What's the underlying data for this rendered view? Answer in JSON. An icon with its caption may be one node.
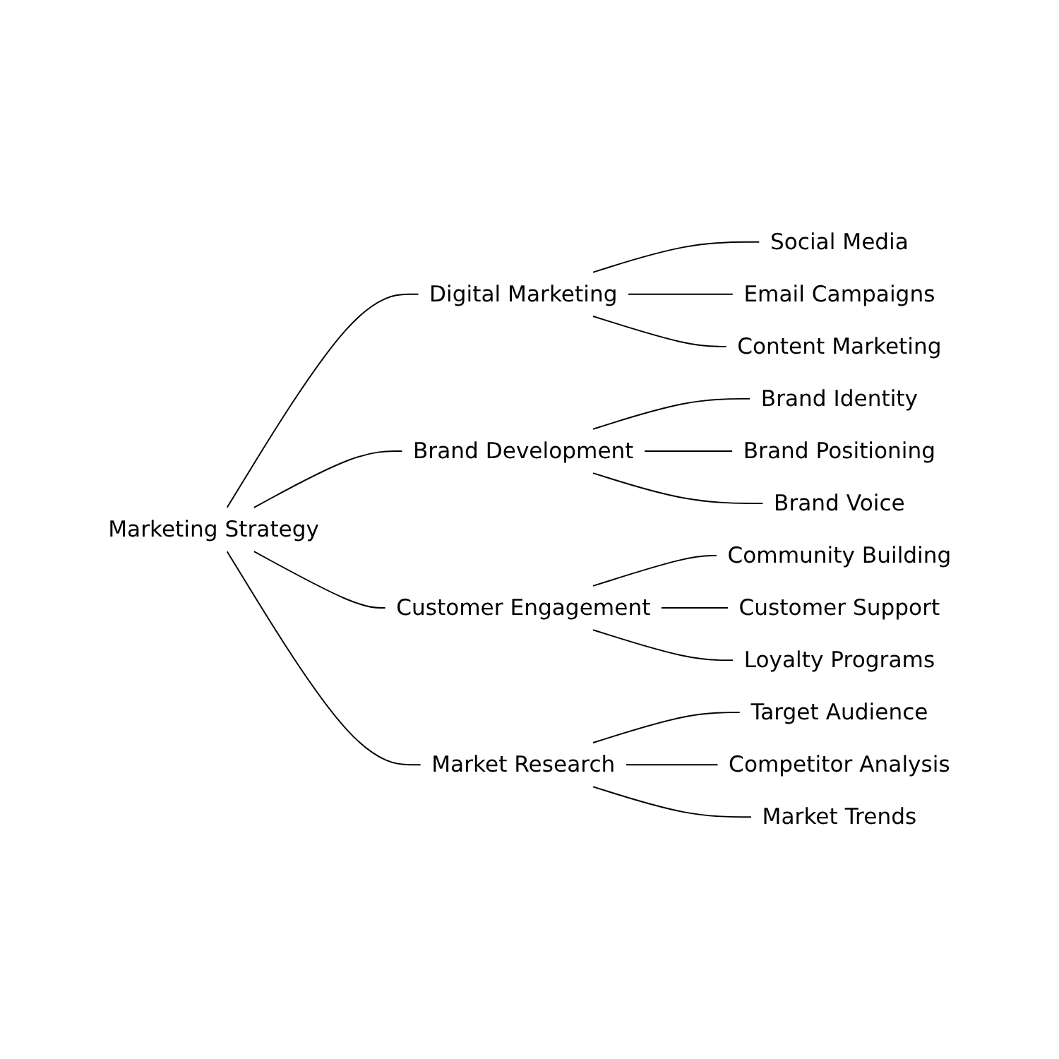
{
  "diagram": {
    "nodes": [
      {
        "text": [
          "Marketing Strategy"
        ]
      },
      {
        "text": [
          "Digital Marketing"
        ]
      },
      {
        "text": [
          "Social Media"
        ]
      },
      {
        "text": [
          "Email Campaigns"
        ]
      },
      {
        "text": [
          "Content Marketing"
        ]
      },
      {
        "text": [
          "Brand Development"
        ]
      },
      {
        "text": [
          "Brand Identity"
        ]
      },
      {
        "text": [
          "Brand Positioning"
        ]
      },
      {
        "text": [
          "Brand Voice"
        ]
      },
      {
        "text": [
          "Customer Engagement"
        ]
      },
      {
        "text": [
          "Community Building"
        ]
      },
      {
        "text": [
          "Customer Support"
        ]
      },
      {
        "text": [
          "Loyalty Programs"
        ]
      },
      {
        "text": [
          "Market Research"
        ]
      },
      {
        "text": [
          "Target Audience"
        ]
      },
      {
        "text": [
          "Competitor Analysis"
        ]
      },
      {
        "text": [
          "Market Trends"
        ]
      }
    ],
    "edges": [
      {
        "from": 0,
        "to": 1,
        "arrow": "none"
      },
      {
        "from": 1,
        "to": 2,
        "arrow": "none"
      },
      {
        "from": 1,
        "to": 3,
        "arrow": "none"
      },
      {
        "from": 1,
        "to": 4,
        "arrow": "none"
      },
      {
        "from": 0,
        "to": 5,
        "arrow": "none"
      },
      {
        "from": 5,
        "to": 6,
        "arrow": "none"
      },
      {
        "from": 5,
        "to": 7,
        "arrow": "none"
      },
      {
        "from": 5,
        "to": 8,
        "arrow": "none"
      },
      {
        "from": 0,
        "to": 9,
        "arrow": "none"
      },
      {
        "from": 9,
        "to": 10,
        "arrow": "none"
      },
      {
        "from": 9,
        "to": 11,
        "arrow": "none"
      },
      {
        "from": 9,
        "to": 12,
        "arrow": "none"
      },
      {
        "from": 0,
        "to": 13,
        "arrow": "none"
      },
      {
        "from": 13,
        "to": 14,
        "arrow": "none"
      },
      {
        "from": 13,
        "to": 15,
        "arrow": "none"
      },
      {
        "from": 13,
        "to": 16,
        "arrow": "none"
      }
    ]
  }
}
